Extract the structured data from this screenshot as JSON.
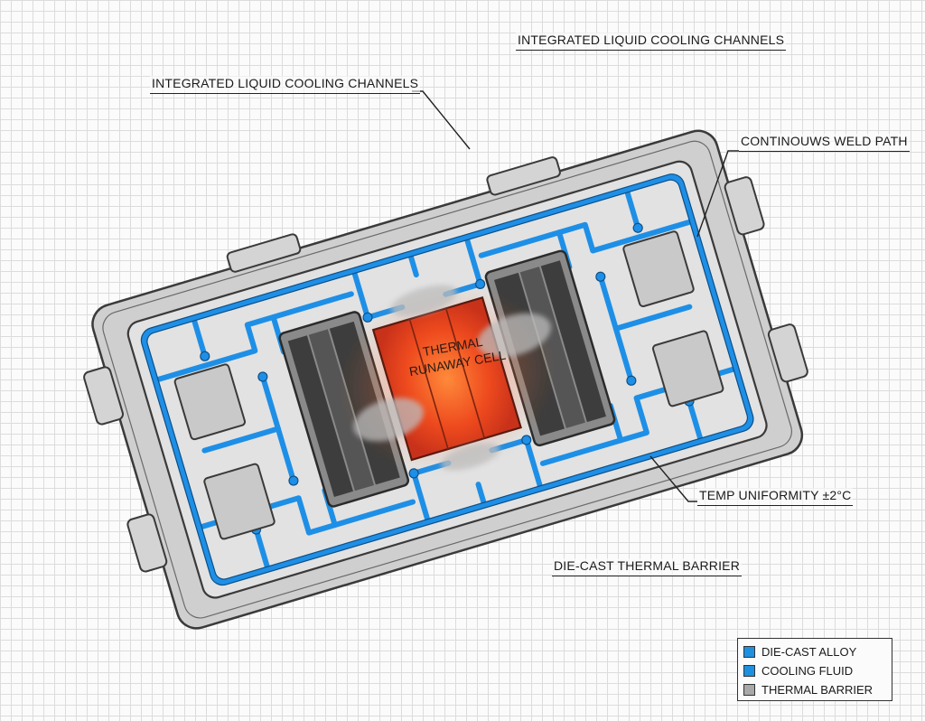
{
  "callouts": {
    "channels_top": "INTEGRATED LIQUID COOLING CHANNELS",
    "channels_left": "INTEGRATED LIQUID COOLING CHANNELS",
    "weld_path": "CONTINOUWS WELD PATH",
    "temp_uniformity": "TEMP UNIFORMITY ±2°C",
    "thermal_barrier": "DIE-CAST THERMAL BARRIER"
  },
  "cell": {
    "line1": "THERMAL",
    "line2": "RUNAWAY CELL"
  },
  "legend": [
    {
      "label": "DIE-CAST ALLOY",
      "color": "#1e90e0"
    },
    {
      "label": "COOLING FLUID",
      "color": "#1e90e0"
    },
    {
      "label": "THERMAL BARRIER",
      "color": "#a8a8a8"
    }
  ],
  "colors": {
    "coolant": "#1e8fe6",
    "housing": "#d6d6d6",
    "cell_hot": "#e8421c",
    "outline": "#3a3a3a"
  }
}
